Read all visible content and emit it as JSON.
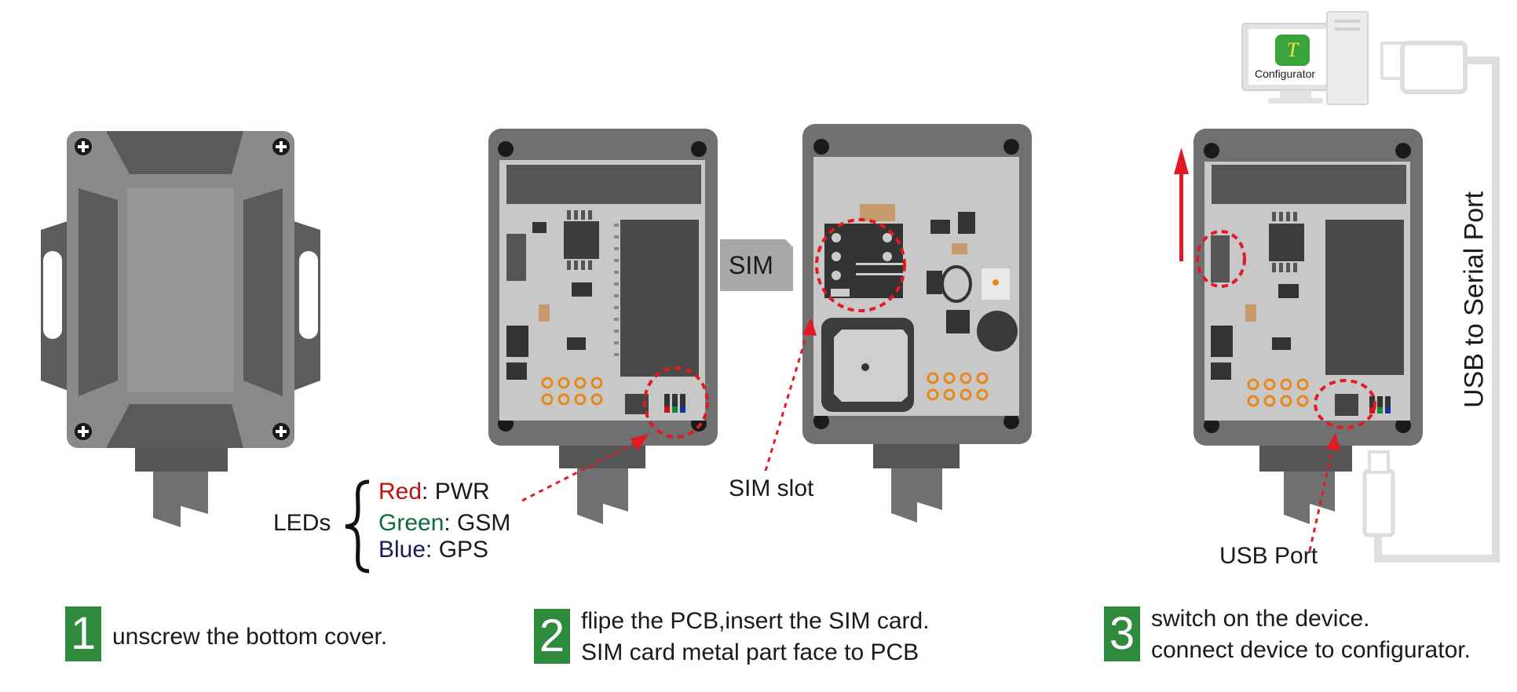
{
  "colors": {
    "accent": "#2e8b3c",
    "highlight": "#e01b24",
    "led_red": "#d01010",
    "led_green": "#0f8a3a",
    "led_blue": "#1a2fa0"
  },
  "icons": [
    "screw-icon",
    "configurator-app-icon",
    "computer-icon",
    "usb-plug-icon",
    "arrow-up-icon"
  ],
  "labels": {
    "sim_card": "SIM",
    "sim_slot": "SIM slot",
    "leds": "LEDs",
    "led_red_name": "Red",
    "led_red_func": ": PWR",
    "led_green_name": "Green",
    "led_green_func": ": GSM",
    "led_blue_name": "Blue",
    "led_blue_func": ":  GPS",
    "usb_port": "USB Port",
    "usb_serial": "USB to Serial Port",
    "configurator": "Configurator"
  },
  "steps": [
    {
      "number": "1",
      "lines": [
        "unscrew the bottom cover."
      ]
    },
    {
      "number": "2",
      "lines": [
        "flipe the PCB,insert the SIM card.",
        "SIM card metal part face to PCB"
      ]
    },
    {
      "number": "3",
      "lines": [
        "switch on the device.",
        "connect device to configurator."
      ]
    }
  ]
}
